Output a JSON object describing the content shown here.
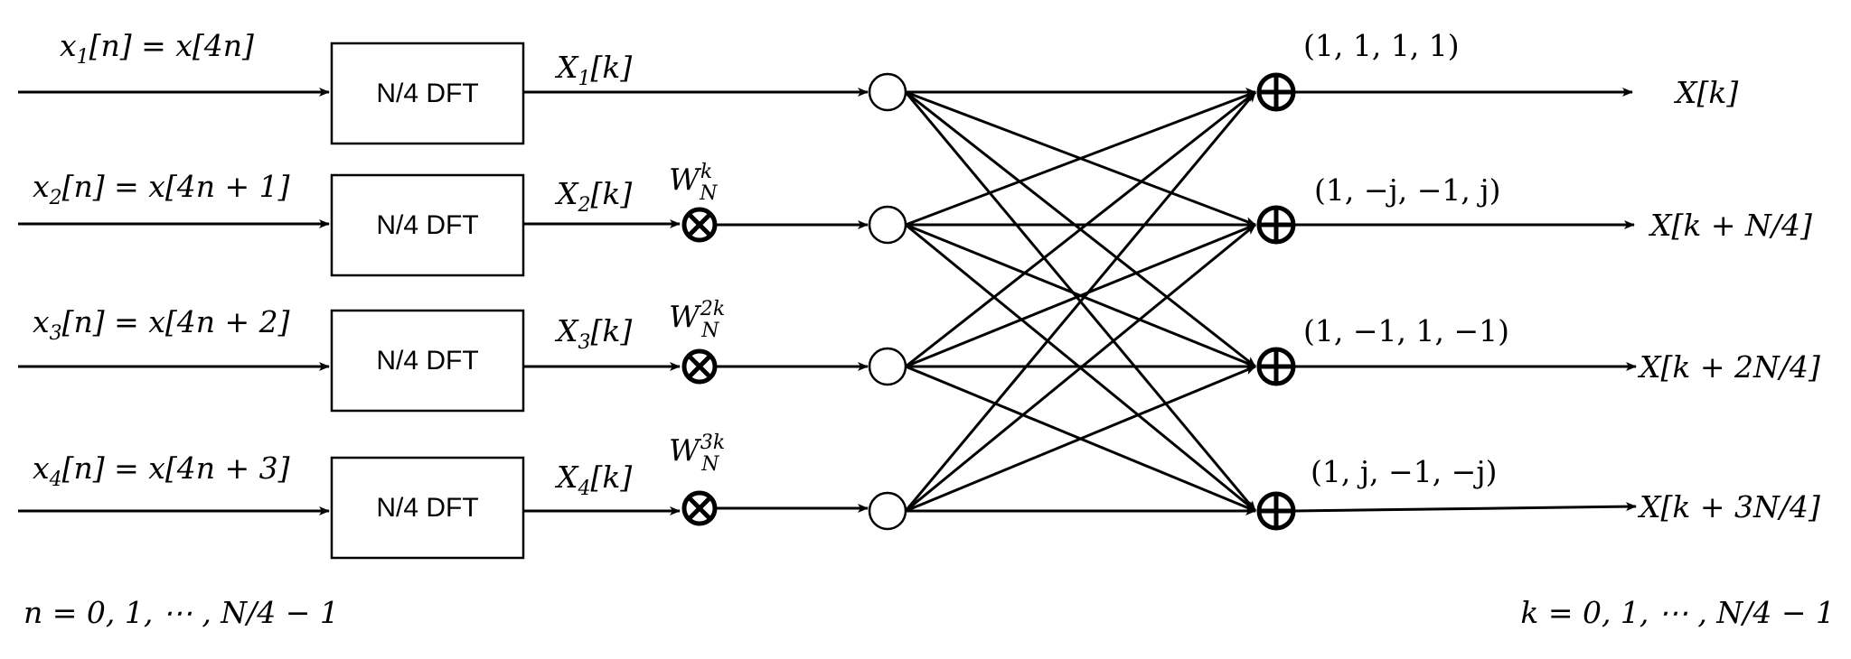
{
  "inputs": [
    {
      "name": "x",
      "sub": "1",
      "expr": "[n] = x[4n]"
    },
    {
      "name": "x",
      "sub": "2",
      "expr": "[n] = x[4n + 1]"
    },
    {
      "name": "x",
      "sub": "3",
      "expr": "[n] = x[4n + 2]"
    },
    {
      "name": "x",
      "sub": "4",
      "expr": "[n] = x[4n + 3]"
    }
  ],
  "dft_label": "N/4 DFT",
  "dft_outputs": [
    {
      "name": "X",
      "sub": "1",
      "arg": "[k]"
    },
    {
      "name": "X",
      "sub": "2",
      "arg": "[k]"
    },
    {
      "name": "X",
      "sub": "3",
      "arg": "[k]"
    },
    {
      "name": "X",
      "sub": "4",
      "arg": "[k]"
    }
  ],
  "twiddles": [
    {
      "base": "W",
      "sup": "k",
      "sub": "N"
    },
    {
      "base": "W",
      "sup": "2k",
      "sub": "N"
    },
    {
      "base": "W",
      "sup": "3k",
      "sub": "N"
    }
  ],
  "coefficients": [
    "(1, 1, 1, 1)",
    "(1, −j, −1, j)",
    "(1, −1, 1, −1)",
    "(1, j, −1, −j)"
  ],
  "outputs": [
    "X[k]",
    "X[k + N/4]",
    "X[k + 2N/4]",
    "X[k + 3N/4]"
  ],
  "input_range": "n = 0, 1, ⋯ , N/4 − 1",
  "output_range": "k = 0, 1, ⋯ , N/4 − 1"
}
